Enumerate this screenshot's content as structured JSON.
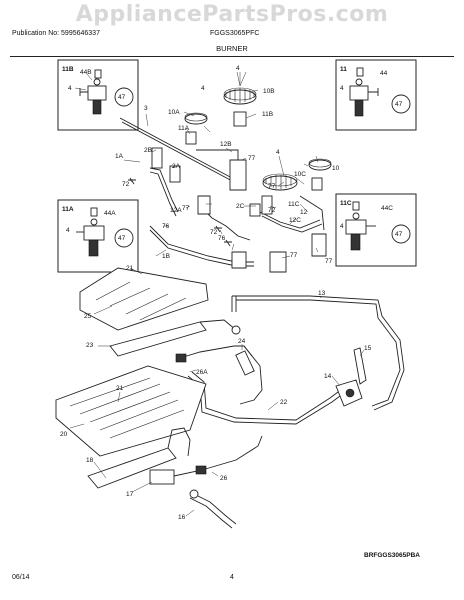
{
  "watermark": "AppliancePartsPros.com",
  "header": {
    "publication": "Publication No: 5995646337",
    "model": "FGGS3065PFC",
    "section": "BURNER"
  },
  "footer": {
    "date": "06/14",
    "page": "4"
  },
  "diagram_code": "BRFGGS3065PBA",
  "inset_labels": {
    "inset_11b": "11B",
    "inset_11": "11",
    "inset_11a": "11A",
    "inset_11c": "11C"
  },
  "callouts": {
    "c44b": "44B",
    "c4_11b": "4",
    "c47_11b": "47",
    "c44": "44",
    "c4_11": "4",
    "c47_11": "47",
    "c44a": "44A",
    "c4_11a": "4",
    "c47_11a": "47",
    "c44c": "44C",
    "c4_11c": "4",
    "c47_11c": "47",
    "c4_top": "4",
    "c10b": "10B",
    "c10a": "10A",
    "c11b": "11B",
    "c11a": "11A",
    "c3": "3",
    "c4_a": "4",
    "c12b": "12B",
    "c77_a": "77",
    "c2b": "2B",
    "c1a": "1A",
    "c2a": "2A",
    "c72_a": "72",
    "c4_b": "4",
    "c10": "10",
    "c10c": "10C",
    "c11c": "11C",
    "c2c": "2C",
    "c72_b": "72",
    "c12": "12",
    "c12c": "12C",
    "c77_b": "77",
    "c77_c": "77",
    "c12a": "12A",
    "c76_a": "76",
    "c76_b": "76",
    "c72_c": "72",
    "c1b": "1B",
    "c77_d": "77",
    "c77_e": "77",
    "c13": "13",
    "c21_a": "21",
    "c25": "25",
    "c23": "23",
    "c24": "24",
    "c26a": "26A",
    "c22": "22",
    "c15": "15",
    "c14": "14",
    "c21_b": "21",
    "c20": "20",
    "c18": "18",
    "c17": "17",
    "c26": "26",
    "c16": "16"
  }
}
